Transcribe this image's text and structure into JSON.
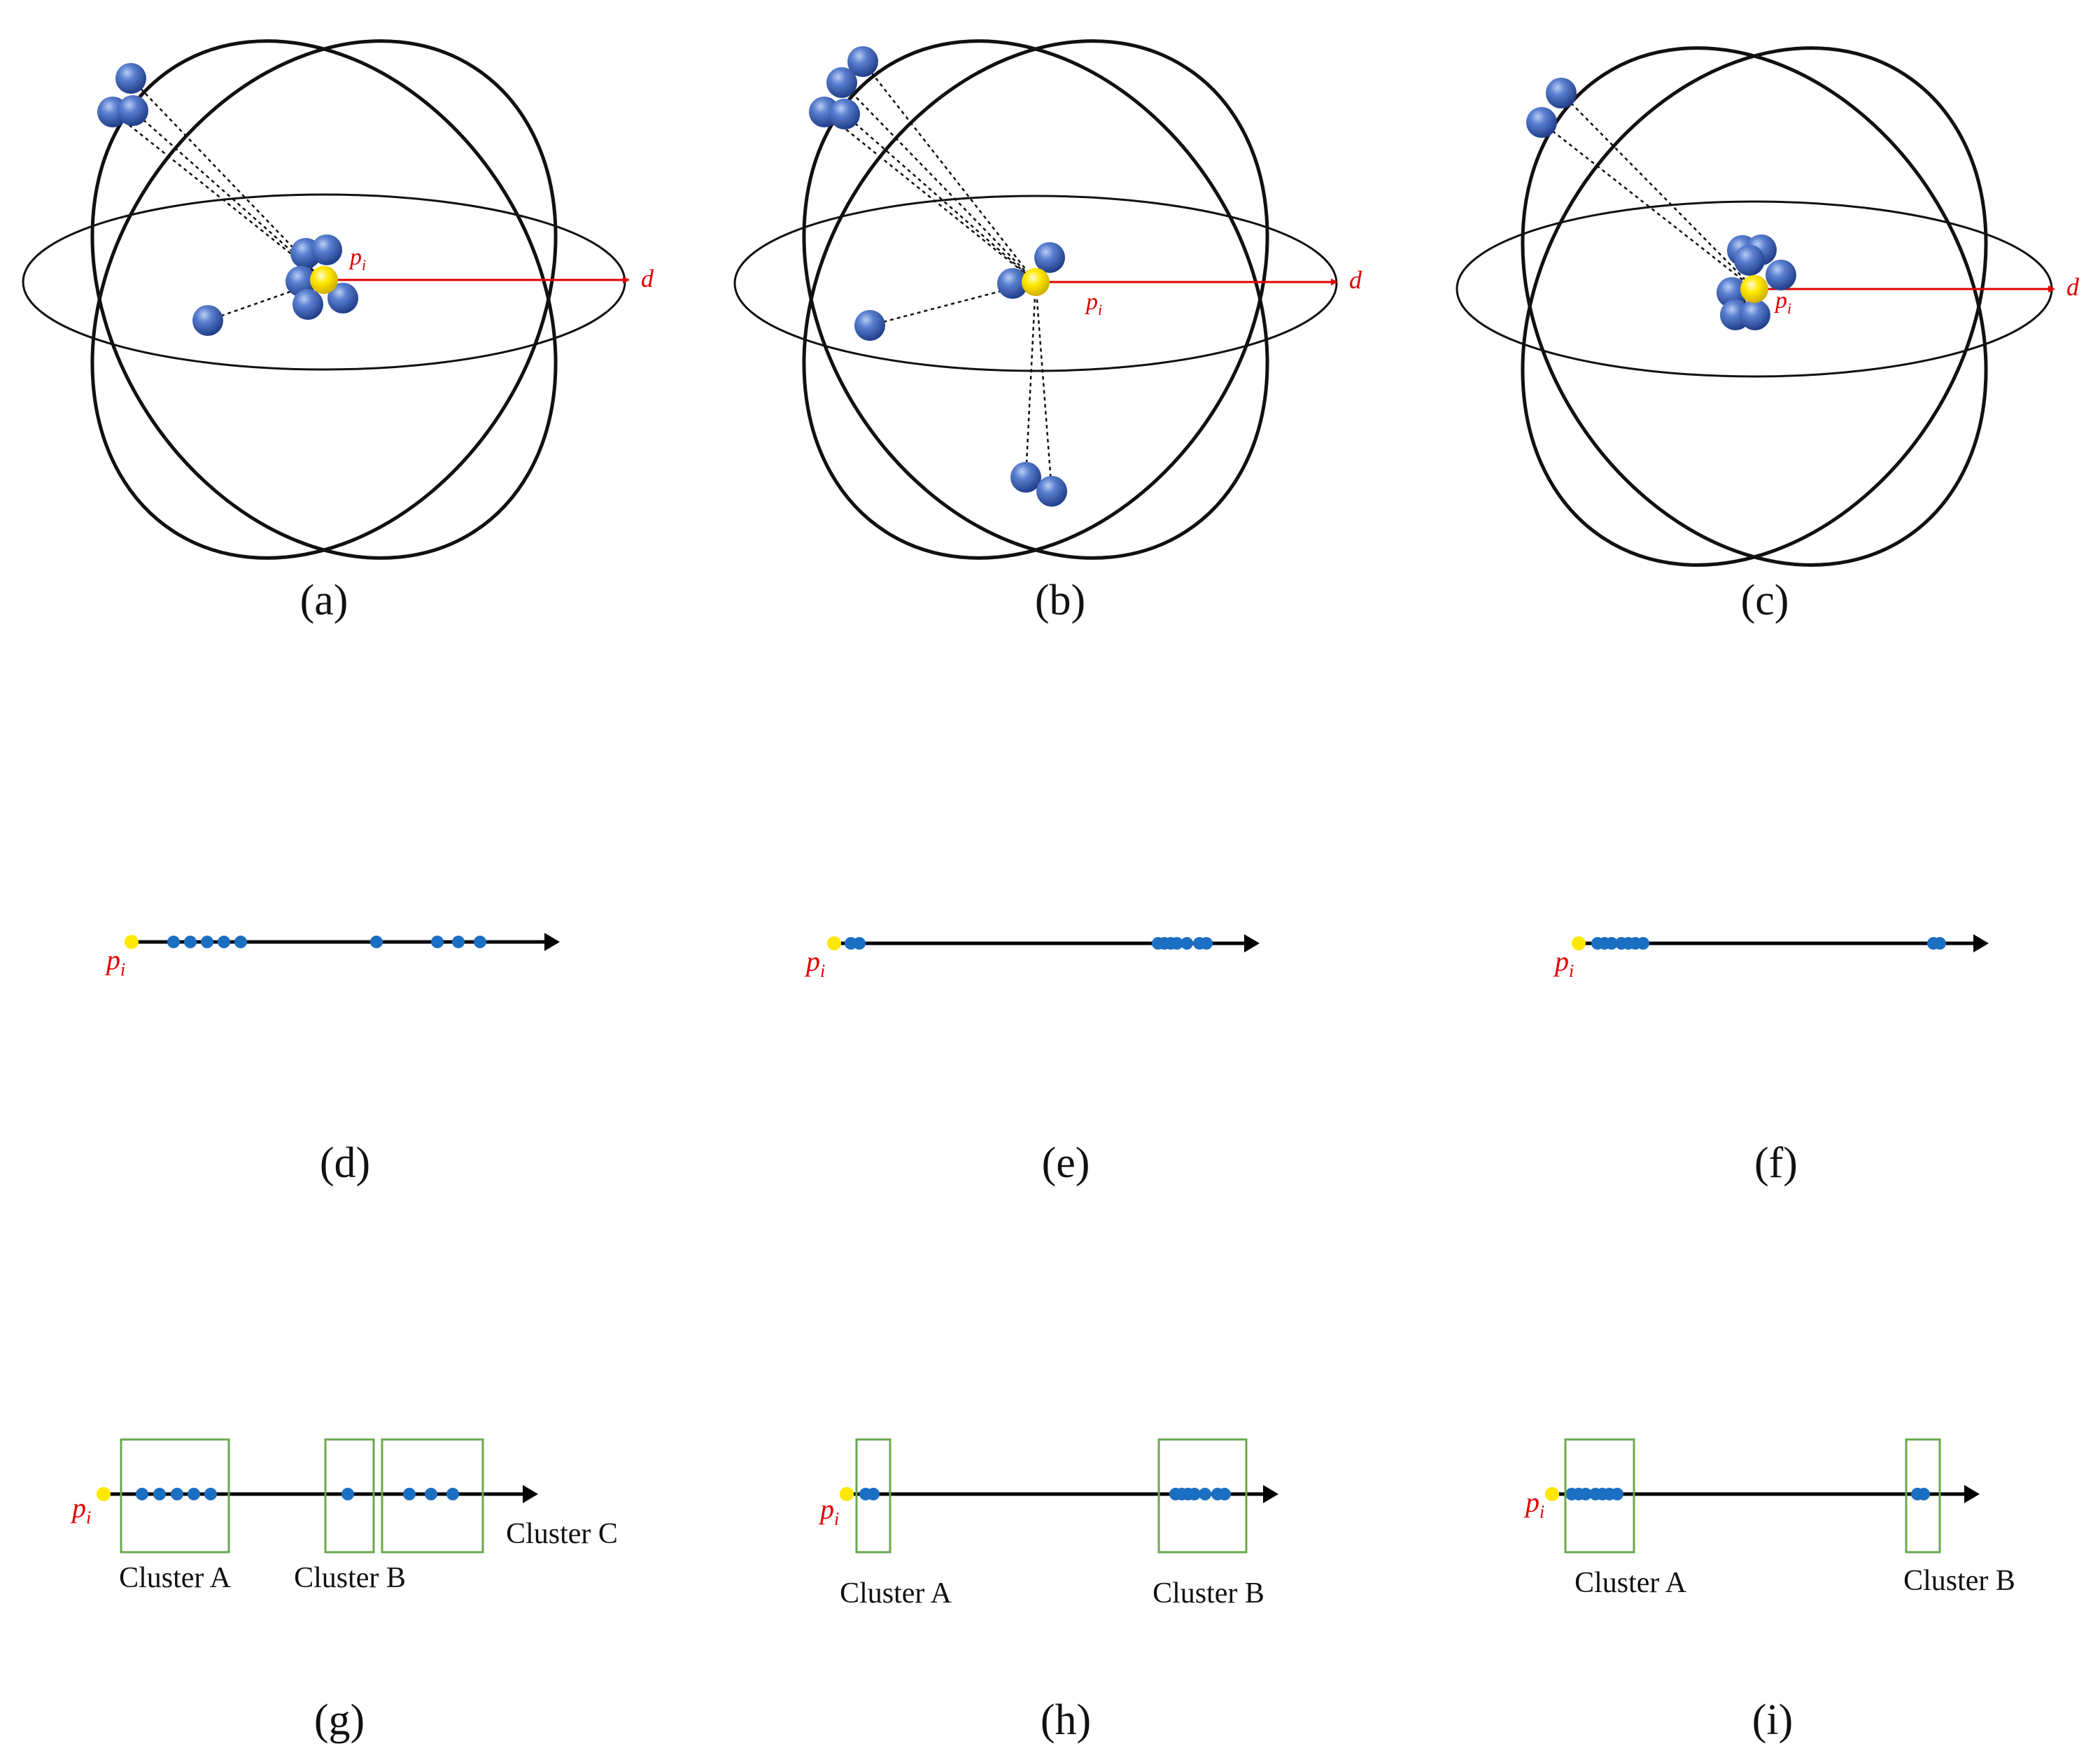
{
  "colors": {
    "point": "#1b6fc2",
    "atom": "#3b5fb8",
    "center": "#ffe800",
    "label_red": "#e00000",
    "cluster_box": "#6aa84f",
    "line": "#000000"
  },
  "panels": {
    "a": {
      "caption": "(a)",
      "point_label": "p",
      "point_sub": "i",
      "direction_label": "d"
    },
    "b": {
      "caption": "(b)",
      "point_label": "p",
      "point_sub": "i",
      "direction_label": "d"
    },
    "c": {
      "caption": "(c)",
      "point_label": "p",
      "point_sub": "i",
      "direction_label": "d"
    },
    "d": {
      "caption": "(d)",
      "point_label": "p",
      "point_sub": "i"
    },
    "e": {
      "caption": "(e)",
      "point_label": "p",
      "point_sub": "i"
    },
    "f": {
      "caption": "(f)",
      "point_label": "p",
      "point_sub": "i"
    },
    "g": {
      "caption": "(g)",
      "point_label": "p",
      "point_sub": "i",
      "clusters": [
        "Cluster A",
        "Cluster B",
        "Cluster C"
      ]
    },
    "h": {
      "caption": "(h)",
      "point_label": "p",
      "point_sub": "i",
      "clusters": [
        "Cluster A",
        "Cluster B"
      ]
    },
    "i": {
      "caption": "(i)",
      "point_label": "p",
      "point_sub": "i",
      "clusters": [
        "Cluster A",
        "Cluster B"
      ]
    }
  }
}
